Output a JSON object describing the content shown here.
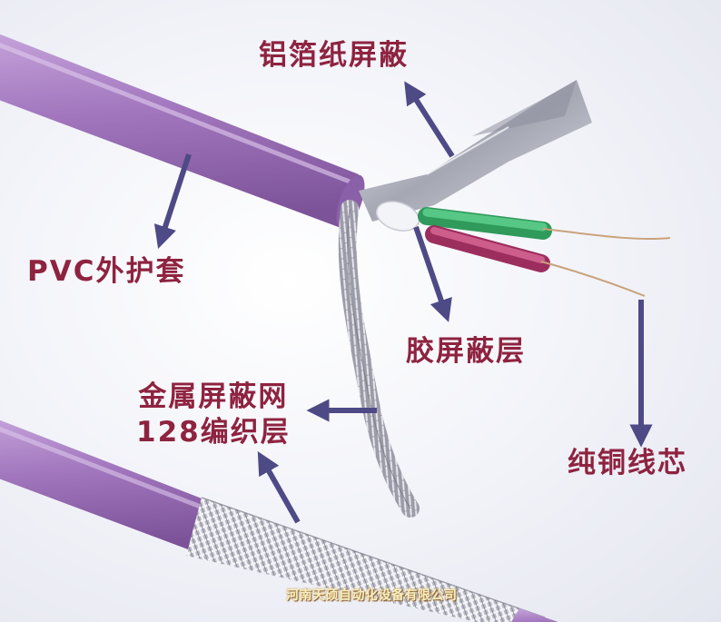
{
  "labels": {
    "foil": "铝箔纸屏蔽",
    "pvc": "PVC外护套",
    "glue": "胶屏蔽层",
    "braid_line1": "金属屏蔽网",
    "braid_line2": "128编织层",
    "copper": "纯铜线芯"
  },
  "watermark": "河南天硕自动化设备有限公司",
  "colors": {
    "label_text": "#8e2340",
    "arrow": "#4e4a86",
    "jacket": "#a277be",
    "green_core": "#49bf7b",
    "red_core": "#c04d7b"
  }
}
